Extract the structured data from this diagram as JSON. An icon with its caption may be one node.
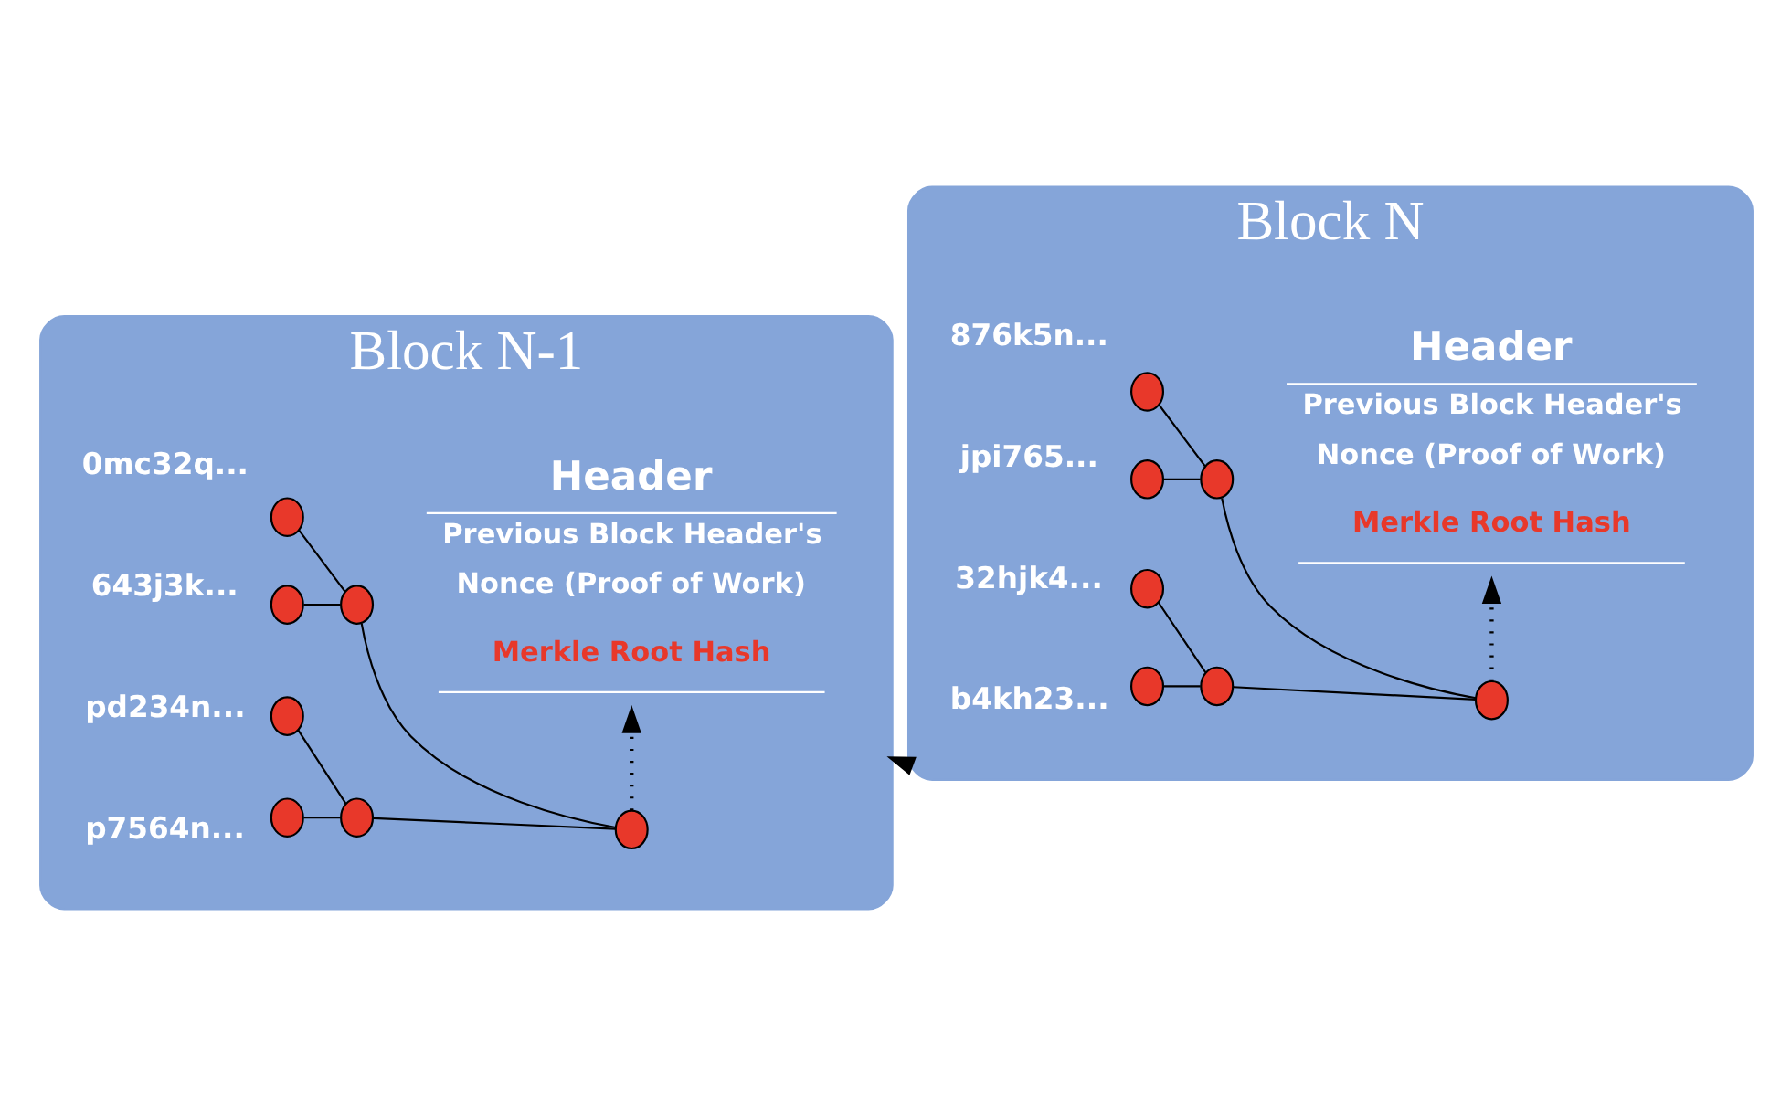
{
  "diagram": {
    "nodes": [
      {
        "text": [
          "Block N-1"
        ]
      },
      {
        "text": [
          "Header",
          "Previous Block Header's",
          "Nonce (Proof of Work)",
          "Merkle Root Hash"
        ],
        "in": 0
      },
      {
        "text": [],
        "shape": "circle",
        "beside": [
          "p7564n..."
        ],
        "in": 0
      },
      {
        "text": [],
        "shape": "circle",
        "beside": [
          "pd234n..."
        ],
        "in": 0
      },
      {
        "text": [],
        "shape": "circle",
        "beside": [
          "643j3k..."
        ],
        "in": 0
      },
      {
        "text": [],
        "shape": "circle",
        "beside": [
          "0mc32q..."
        ],
        "in": 0
      },
      {
        "text": [],
        "shape": "circle",
        "in": 0
      },
      {
        "text": [],
        "shape": "circle",
        "in": 0
      },
      {
        "text": [],
        "shape": "circle",
        "in": 0
      },
      {
        "text": [
          "Block N"
        ]
      },
      {
        "text": [
          "Header",
          "Previous Block Header's",
          "Nonce (Proof of Work)",
          "Merkle Root Hash"
        ],
        "in": 9
      },
      {
        "text": [],
        "shape": "circle",
        "beside": [
          "b4kh23..."
        ],
        "in": 9
      },
      {
        "text": [],
        "shape": "circle",
        "beside": [
          "32hjk4..."
        ],
        "in": 9
      },
      {
        "text": [],
        "shape": "circle",
        "beside": [
          "jpi765..."
        ],
        "in": 9
      },
      {
        "text": [],
        "shape": "circle",
        "beside": [
          "876k5n..."
        ],
        "in": 9
      },
      {
        "text": [],
        "shape": "circle",
        "in": 9
      },
      {
        "text": [],
        "shape": "circle",
        "in": 9
      },
      {
        "text": [],
        "shape": "circle",
        "in": 9
      }
    ],
    "edges": [
      {
        "from": 2,
        "to": 6,
        "arrow": "none"
      },
      {
        "from": 3,
        "to": 6,
        "arrow": "none"
      },
      {
        "from": 4,
        "to": 7,
        "arrow": "none"
      },
      {
        "from": 5,
        "to": 7,
        "arrow": "none"
      },
      {
        "from": 6,
        "to": 8,
        "arrow": "none"
      },
      {
        "from": 7,
        "to": 8,
        "arrow": "none"
      },
      {
        "from": 8,
        "to": 1,
        "arrow": "to",
        "style": "dashed"
      },
      {
        "from": 11,
        "to": 15,
        "arrow": "none"
      },
      {
        "from": 12,
        "to": 15,
        "arrow": "none"
      },
      {
        "from": 13,
        "to": 16,
        "arrow": "none"
      },
      {
        "from": 14,
        "to": 16,
        "arrow": "none"
      },
      {
        "from": 15,
        "to": 17,
        "arrow": "none"
      },
      {
        "from": 16,
        "to": 17,
        "arrow": "none"
      },
      {
        "from": 17,
        "to": 10,
        "arrow": "to",
        "style": "dashed"
      },
      {
        "from": 9,
        "to": 0,
        "arrow": "to",
        "style": "dashed"
      }
    ]
  }
}
